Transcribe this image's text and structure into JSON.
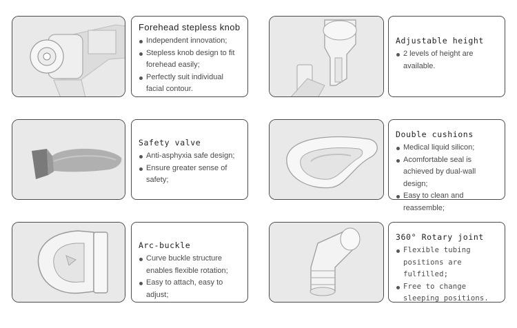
{
  "features": [
    {
      "title": "Forehead stepless knob",
      "image_icon": "forehead-knob-icon",
      "points": [
        "Independent innovation;",
        "Stepless knob design to fit forehead easily;",
        "Perfectly suit individual facial contour."
      ]
    },
    {
      "title": "Adjustable height",
      "image_icon": "height-adjuster-icon",
      "points": [
        "2 levels of height are available."
      ]
    },
    {
      "title": "Safety valve",
      "image_icon": "safety-valve-icon",
      "points": [
        "Anti-asphyxia safe design;",
        "Ensure greater sense of safety;"
      ]
    },
    {
      "title": "Double cushions",
      "image_icon": "cushion-icon",
      "points": [
        "Medical liquid silicon;",
        "Acomfortable seal is achieved by dual-wall design;",
        "Easy to clean and reassemble;"
      ]
    },
    {
      "title": "Arc-buckle",
      "image_icon": "arc-buckle-icon",
      "points": [
        "Curve buckle structure enables flexible rotation;",
        "Easy to attach, easy to adjust;"
      ]
    },
    {
      "title": "360° Rotary joint",
      "image_icon": "rotary-joint-icon",
      "points": [
        "Flexible tubing positions are fulfilled;",
        "Free to change sleeping positions."
      ]
    }
  ]
}
